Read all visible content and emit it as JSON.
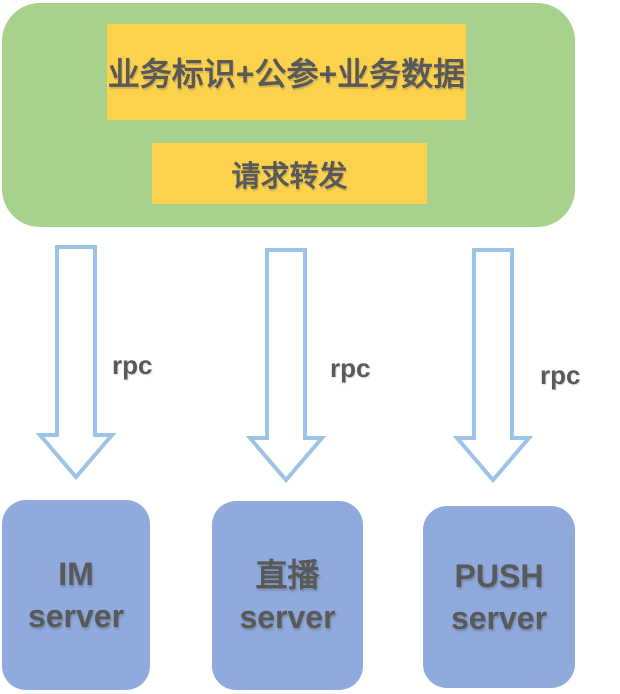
{
  "colors": {
    "gateway_bg": "#a9d18e",
    "label_bg": "#fcd24c",
    "server_bg": "#8faadc",
    "arrow_fill": "#ffffff",
    "arrow_stroke": "#9dc3e6",
    "text": "#595959",
    "page_bg": "#ffffff"
  },
  "gateway": {
    "request_label": "业务标识+公参+业务数据",
    "forward_label": "请求转发"
  },
  "arrows": [
    {
      "label": "rpc"
    },
    {
      "label": "rpc"
    },
    {
      "label": "rpc"
    }
  ],
  "servers": [
    {
      "name": "IM",
      "suffix": "server"
    },
    {
      "name": "直播",
      "suffix": "server"
    },
    {
      "name": "PUSH",
      "suffix": "server"
    }
  ]
}
